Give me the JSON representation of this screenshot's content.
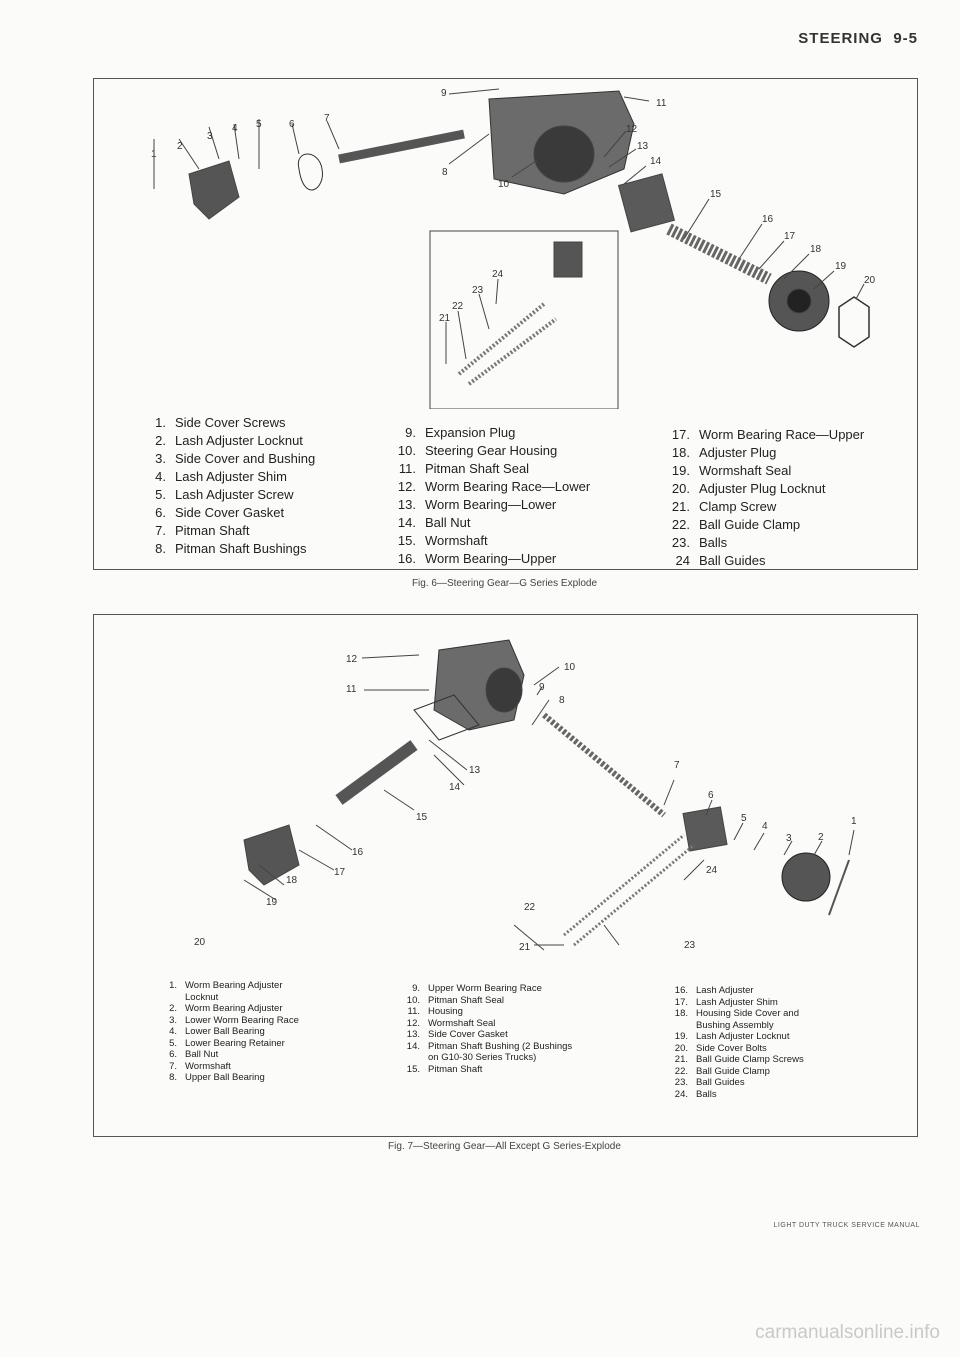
{
  "header": {
    "title": "STEERING",
    "page": "9-5"
  },
  "figure6": {
    "caption": "Fig. 6—Steering Gear—G Series Explode",
    "callouts": [
      "1",
      "2",
      "3",
      "4",
      "5",
      "6",
      "7",
      "8",
      "9",
      "10",
      "11",
      "12",
      "13",
      "14",
      "15",
      "16",
      "17",
      "18",
      "19",
      "20",
      "21",
      "22",
      "23",
      "24"
    ],
    "legend_col1": [
      {
        "n": "1.",
        "t": "Side Cover Screws"
      },
      {
        "n": "2.",
        "t": "Lash Adjuster Locknut"
      },
      {
        "n": "3.",
        "t": "Side Cover and Bushing"
      },
      {
        "n": "4.",
        "t": "Lash Adjuster Shim"
      },
      {
        "n": "5.",
        "t": "Lash Adjuster Screw"
      },
      {
        "n": "6.",
        "t": "Side Cover Gasket"
      },
      {
        "n": "7.",
        "t": "Pitman Shaft"
      },
      {
        "n": "8.",
        "t": "Pitman Shaft Bushings"
      }
    ],
    "legend_col2": [
      {
        "n": "9.",
        "t": "Expansion Plug"
      },
      {
        "n": "10.",
        "t": "Steering Gear Housing"
      },
      {
        "n": "11.",
        "t": "Pitman Shaft Seal"
      },
      {
        "n": "12.",
        "t": "Worm Bearing Race—Lower"
      },
      {
        "n": "13.",
        "t": "Worm Bearing—Lower"
      },
      {
        "n": "14.",
        "t": "Ball Nut"
      },
      {
        "n": "15.",
        "t": "Wormshaft"
      },
      {
        "n": "16.",
        "t": "Worm Bearing—Upper"
      }
    ],
    "legend_col3": [
      {
        "n": "17.",
        "t": "Worm Bearing Race—Upper"
      },
      {
        "n": "18.",
        "t": "Adjuster Plug"
      },
      {
        "n": "19.",
        "t": "Wormshaft Seal"
      },
      {
        "n": "20.",
        "t": "Adjuster Plug Locknut"
      },
      {
        "n": "21.",
        "t": "Clamp Screw"
      },
      {
        "n": "22.",
        "t": "Ball Guide Clamp"
      },
      {
        "n": "23.",
        "t": "Balls"
      },
      {
        "n": "24",
        "t": "Ball Guides"
      }
    ]
  },
  "figure7": {
    "caption": "Fig. 7—Steering Gear—All Except G Series-Explode",
    "callouts": [
      "1",
      "2",
      "3",
      "4",
      "5",
      "6",
      "7",
      "8",
      "9",
      "10",
      "11",
      "12",
      "13",
      "14",
      "15",
      "16",
      "17",
      "18",
      "19",
      "20",
      "21",
      "22",
      "23",
      "24"
    ],
    "legend_col1": [
      {
        "n": "1.",
        "t": "Worm Bearing Adjuster Locknut"
      },
      {
        "n": "2.",
        "t": "Worm Bearing Adjuster"
      },
      {
        "n": "3.",
        "t": "Lower Worm Bearing Race"
      },
      {
        "n": "4.",
        "t": "Lower Ball Bearing"
      },
      {
        "n": "5.",
        "t": "Lower Bearing Retainer"
      },
      {
        "n": "6.",
        "t": "Ball Nut"
      },
      {
        "n": "7.",
        "t": "Wormshaft"
      },
      {
        "n": "8.",
        "t": "Upper Ball Bearing"
      }
    ],
    "legend_col2": [
      {
        "n": "9.",
        "t": "Upper Worm Bearing Race"
      },
      {
        "n": "10.",
        "t": "Pitman Shaft Seal"
      },
      {
        "n": "11.",
        "t": "Housing"
      },
      {
        "n": "12.",
        "t": "Wormshaft Seal"
      },
      {
        "n": "13.",
        "t": "Side Cover Gasket"
      },
      {
        "n": "14.",
        "t": "Pitman Shaft Bushing (2 Bushings on G10-30 Series Trucks)"
      },
      {
        "n": "15.",
        "t": "Pitman Shaft"
      }
    ],
    "legend_col3": [
      {
        "n": "16.",
        "t": "Lash Adjuster"
      },
      {
        "n": "17.",
        "t": "Lash Adjuster Shim"
      },
      {
        "n": "18.",
        "t": "Housing Side Cover and Bushing Assembly"
      },
      {
        "n": "19.",
        "t": "Lash Adjuster Locknut"
      },
      {
        "n": "20.",
        "t": "Side Cover Bolts"
      },
      {
        "n": "21.",
        "t": "Ball Guide Clamp Screws"
      },
      {
        "n": "22.",
        "t": "Ball Guide Clamp"
      },
      {
        "n": "23.",
        "t": "Ball Guides"
      },
      {
        "n": "24.",
        "t": "Balls"
      }
    ]
  },
  "footer": {
    "manual": "LIGHT DUTY TRUCK SERVICE MANUAL"
  },
  "watermark": {
    "text": "carmanualsonline.info"
  }
}
